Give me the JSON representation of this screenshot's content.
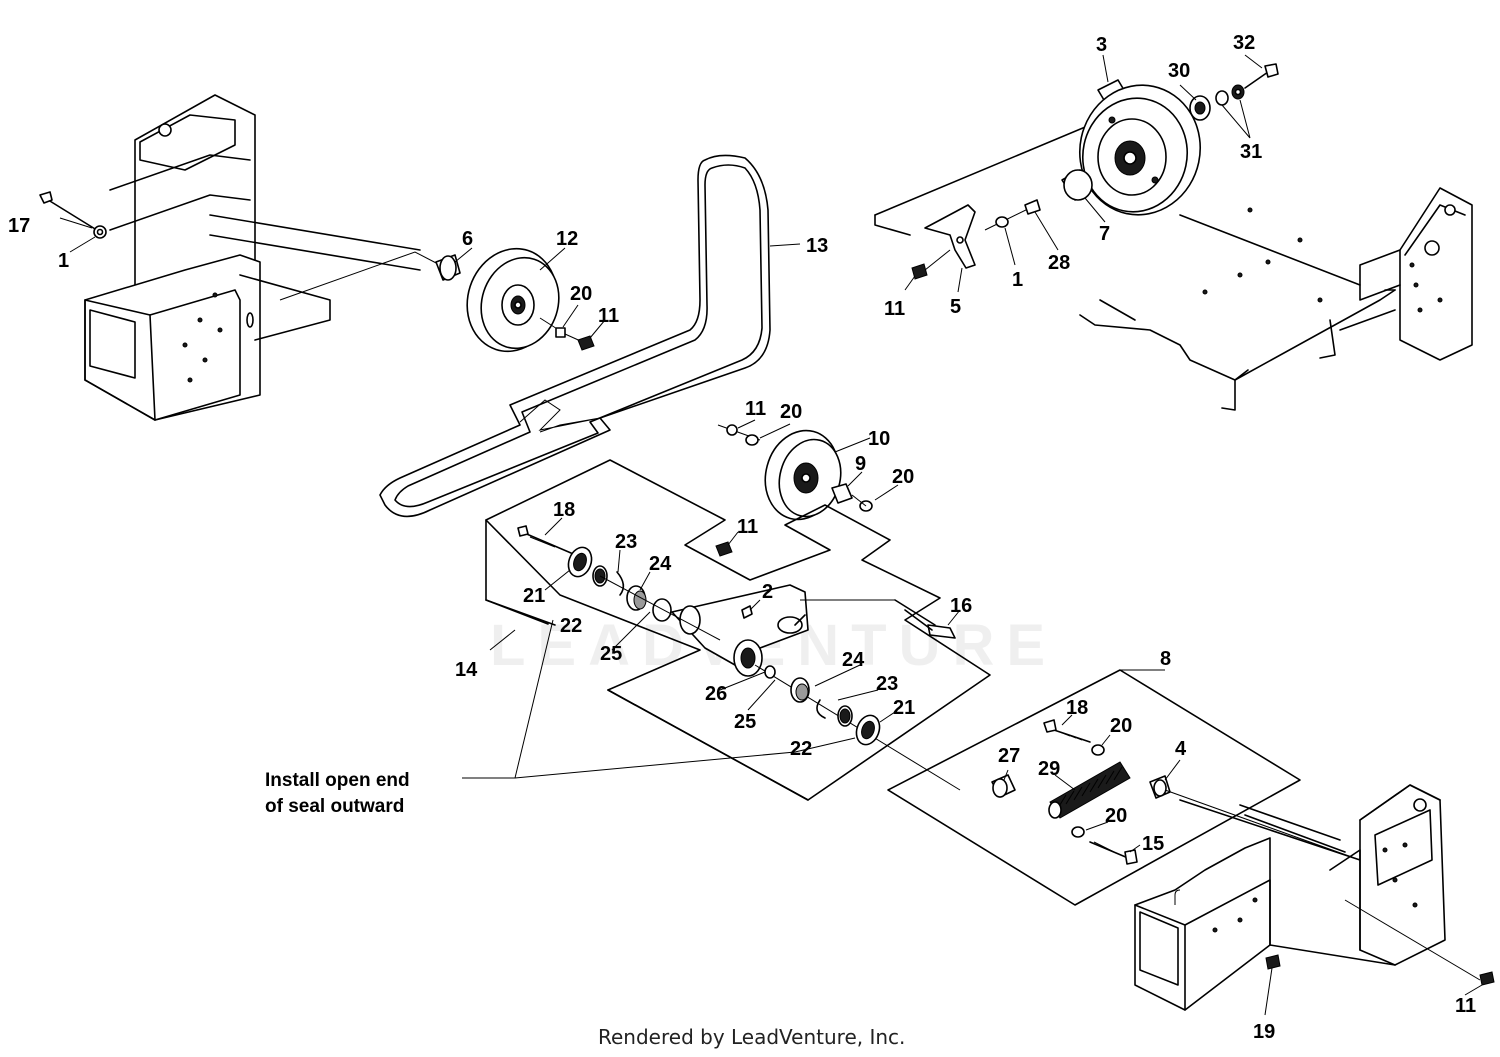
{
  "callouts": {
    "c1a": "1",
    "c1b": "1",
    "c2": "2",
    "c3": "3",
    "c4": "4",
    "c5": "5",
    "c6": "6",
    "c7": "7",
    "c8": "8",
    "c9": "9",
    "c10": "10",
    "c11a": "11",
    "c11b": "11",
    "c11c": "11",
    "c11d": "11",
    "c11e": "11",
    "c12": "12",
    "c13": "13",
    "c14": "14",
    "c15": "15",
    "c16": "16",
    "c17": "17",
    "c18a": "18",
    "c18b": "18",
    "c19": "19",
    "c20a": "20",
    "c20b": "20",
    "c20c": "20",
    "c20d": "20",
    "c20e": "20",
    "c21a": "21",
    "c21b": "21",
    "c22a": "22",
    "c22b": "22",
    "c23a": "23",
    "c23b": "23",
    "c24a": "24",
    "c24b": "24",
    "c25a": "25",
    "c25b": "25",
    "c26": "26",
    "c27": "27",
    "c28": "28",
    "c29": "29",
    "c30": "30",
    "c31": "31",
    "c32": "32"
  },
  "note": {
    "line1": "Install open end",
    "line2": "of seal outward"
  },
  "watermark": "LEADVENTURE",
  "footer": "Rendered by LeadVenture, Inc."
}
